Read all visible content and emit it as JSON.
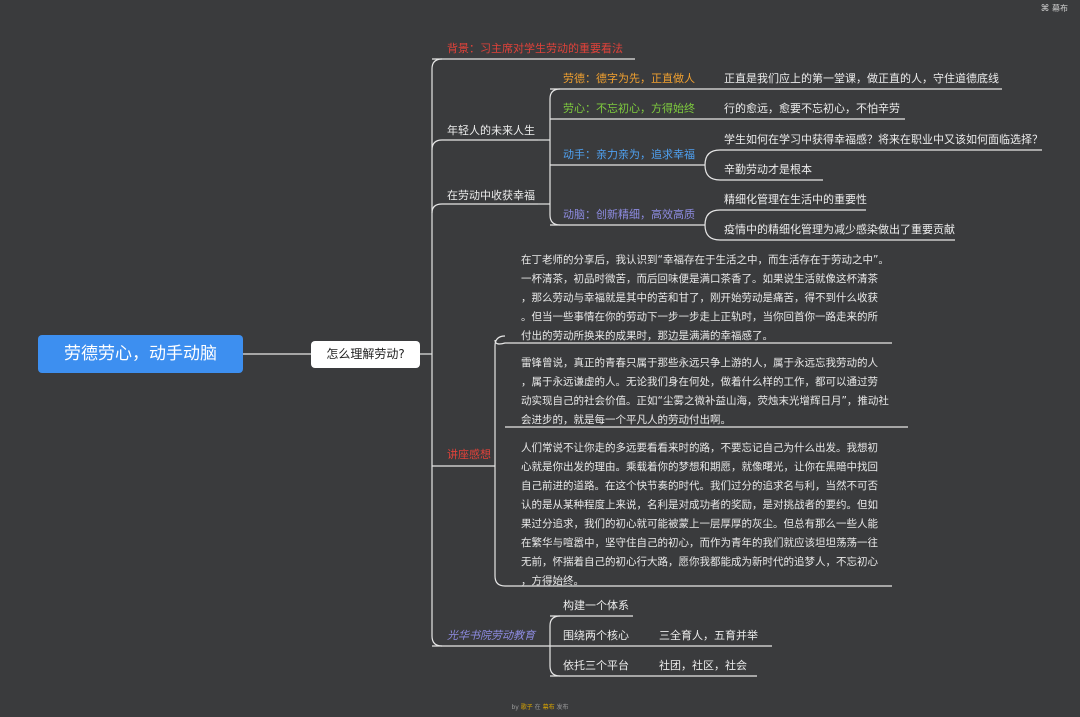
{
  "corner": {
    "icon": "app-logo-icon",
    "label": "幕布"
  },
  "root": {
    "label": "劳德劳心，动手动脑"
  },
  "node": {
    "label": "怎么理解劳动?"
  },
  "branches": {
    "background": "背景：习主席对学生劳动的重要看法",
    "future": "年轻人的未来人生",
    "happiness": "在劳动中收获幸福",
    "lecture": "讲座感想",
    "education": "光华书院劳动教育"
  },
  "traits": [
    {
      "label": "劳德：德字为先，正直做人",
      "color": "#f0a030",
      "children": [
        "正直是我们应上的第一堂课，做正直的人，守住道德底线"
      ]
    },
    {
      "label": "劳心：不忘初心，方得始终",
      "color": "#7ecb3e",
      "children": [
        "行的愈远，愈要不忘初心，不怕辛劳"
      ]
    },
    {
      "label": "动手：亲力亲为，追求幸福",
      "color": "#4fa0f0",
      "children": [
        "学生如何在学习中获得幸福感？将来在职业中又该如何面临选择？",
        "辛勤劳动才是根本"
      ]
    },
    {
      "label": "动脑：创新精细，高效高质",
      "color": "#8d8be0",
      "children": [
        "精细化管理在生活中的重要性",
        "疫情中的精细化管理为减少感染做出了重要贡献"
      ]
    }
  ],
  "paragraphs": [
    [
      "在丁老师的分享后，我认识到“幸福存在于生活之中，而生活存在于劳动之中”。",
      "一杯清茶，初品时微苦，而后回味便是满口茶香了。如果说生活就像这杯清茶",
      "，那么劳动与幸福就是其中的苦和甘了，刚开始劳动是痛苦，得不到什么收获",
      "。但当一些事情在你的劳动下一步一步走上正轨时，当你回首你一路走来的所",
      "付出的劳动所换来的成果时，那边是满满的幸福感了。"
    ],
    [
      "雷锋曾说，真正的青春只属于那些永远只争上游的人，属于永远忘我劳动的人",
      "，属于永远谦虚的人。无论我们身在何处，做着什么样的工作，都可以通过劳",
      "动实现自己的社会价值。正如“尘雾之微补益山海，荧烛末光增辉日月”，推动社",
      "会进步的，就是每一个平凡人的劳动付出啊。"
    ],
    [
      "人们常说不让你走的多远要看看来时的路，不要忘记自己为什么出发。我想初",
      "心就是你出发的理由。乘载着你的梦想和期愿，就像曙光，让你在黑暗中找回",
      "自己前进的道路。在这个快节奏的时代。我们过分的追求名与利，当然不可否",
      "认的是从某种程度上来说，名利是对成功者的奖励，是对挑战者的要约。但如",
      "果过分追求，我们的初心就可能被蒙上一层厚厚的灰尘。但总有那么一些人能",
      "在繁华与喧嚣中，坚守住自己的初心，而作为青年的我们就应该坦坦荡荡一往",
      "无前，怀揣着自己的初心行大路，愿你我都能成为新时代的追梦人，不忘初心",
      "，方得始终。"
    ]
  ],
  "education": [
    {
      "label": "构建一个体系",
      "child": ""
    },
    {
      "label": "围绕两个核心",
      "child": "三全育人，五育并举"
    },
    {
      "label": "依托三个平台",
      "child": "社团，社区，社会"
    }
  ],
  "footer": {
    "by": "by",
    "author": "歌子",
    "in": "在",
    "brand": "幕布",
    "published": "发布"
  },
  "colors": {
    "background": "#3a3b3d",
    "root": "#3d8ff0",
    "line": "#e6e6e6",
    "red": "#e0423a"
  }
}
